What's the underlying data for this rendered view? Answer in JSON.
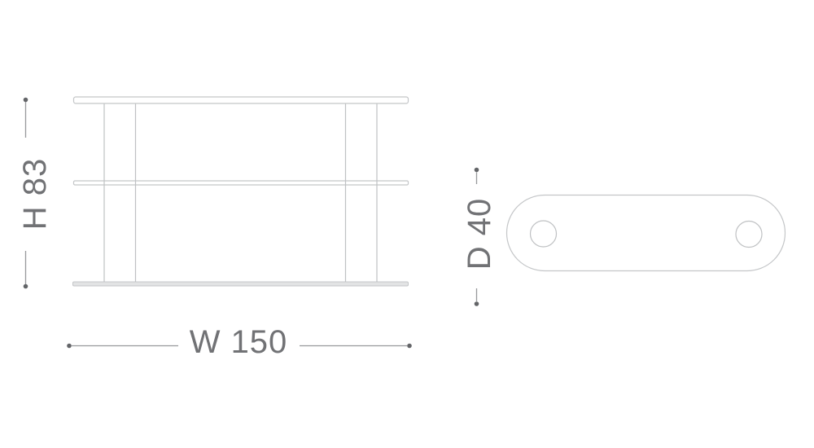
{
  "diagram": {
    "type": "furniture-dimension-drawing",
    "front_view": {
      "shelf_count": 3,
      "leg_count": 2,
      "height_label": "H 83",
      "width_label": "W 150"
    },
    "top_view": {
      "leg_section_count": 2,
      "depth_label": "D 40"
    },
    "colors": {
      "background": "#ffffff",
      "outline": "#c4c6c8",
      "dimension_line": "#97989b",
      "dimension_dot": "#636568",
      "label_text": "#717275"
    }
  }
}
